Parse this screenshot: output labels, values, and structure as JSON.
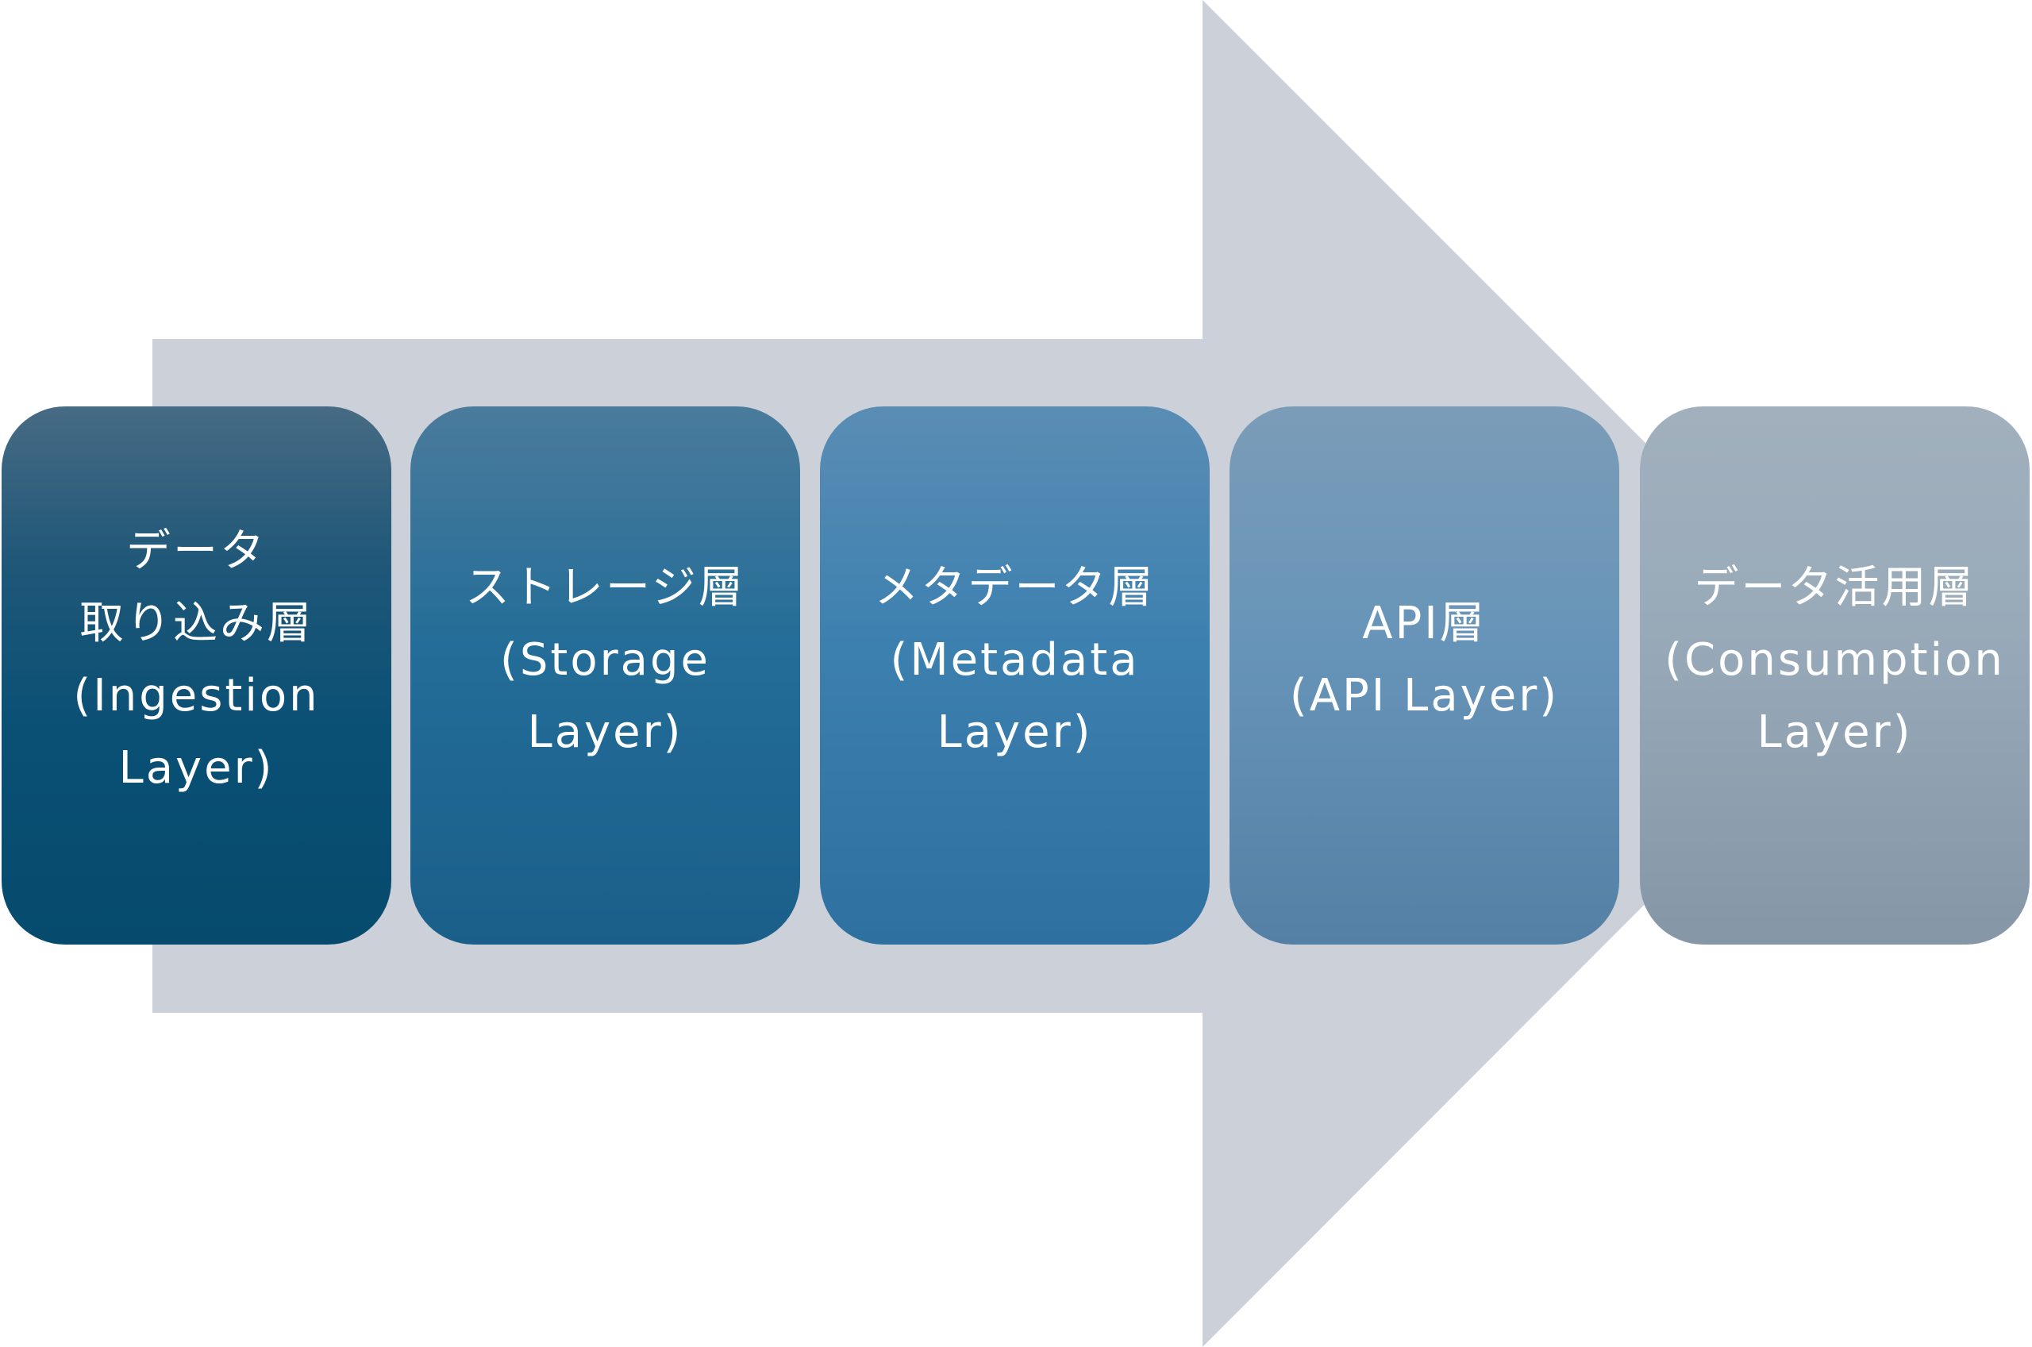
{
  "diagram": {
    "type": "process-arrow",
    "arrow_color": "#ccd1d9",
    "layers": [
      {
        "lines": [
          "データ",
          "取り込み層",
          "(Ingestion",
          "Layer)"
        ],
        "color_top": "#476b84",
        "color_bottom": "#064b6d"
      },
      {
        "lines": [
          "ストレージ層",
          "(Storage",
          "Layer)"
        ],
        "color_top": "#4a7b9c",
        "color_bottom": "#1a5f8a"
      },
      {
        "lines": [
          "メタデータ層",
          "(Metadata",
          "Layer)"
        ],
        "color_top": "#5a8db4",
        "color_bottom": "#2e70a0"
      },
      {
        "lines": [
          "API層",
          "(API Layer)"
        ],
        "color_top": "#7b9cb8",
        "color_bottom": "#5580a5"
      },
      {
        "lines": [
          "データ活用層",
          "(Consumption",
          "Layer)"
        ],
        "color_top": "#a2b0bd",
        "color_bottom": "#8596a6"
      }
    ]
  }
}
